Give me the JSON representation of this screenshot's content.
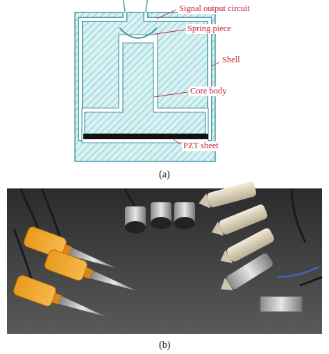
{
  "diagram": {
    "labels": [
      "Signal output circuit",
      "Spring piece",
      "Shell",
      "Core body",
      "PZT sheet",
      "(a)",
      "(b)"
    ]
  }
}
